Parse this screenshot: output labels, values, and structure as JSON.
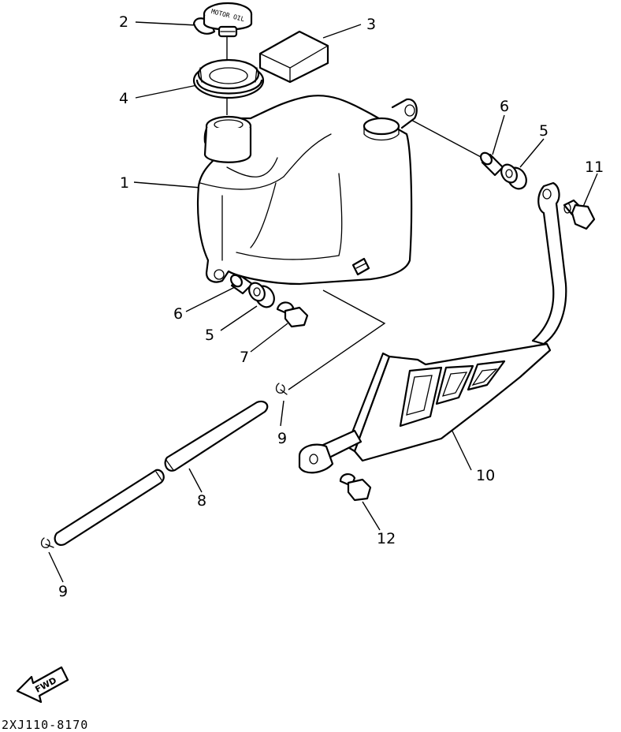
{
  "callouts": [
    {
      "id": "c2",
      "text": "2"
    },
    {
      "id": "c3",
      "text": "3"
    },
    {
      "id": "c4",
      "text": "4"
    },
    {
      "id": "c1",
      "text": "1"
    },
    {
      "id": "c6a",
      "text": "6"
    },
    {
      "id": "c5a",
      "text": "5"
    },
    {
      "id": "c11",
      "text": "11"
    },
    {
      "id": "c6b",
      "text": "6"
    },
    {
      "id": "c5b",
      "text": "5"
    },
    {
      "id": "c7",
      "text": "7"
    },
    {
      "id": "c9a",
      "text": "9"
    },
    {
      "id": "c10",
      "text": "10"
    },
    {
      "id": "c8",
      "text": "8"
    },
    {
      "id": "c12",
      "text": "12"
    },
    {
      "id": "c9b",
      "text": "9"
    }
  ],
  "cap_text": "MOTOR OIL",
  "fwd_label": "FWD",
  "diagram_code": "2XJ110-8170"
}
